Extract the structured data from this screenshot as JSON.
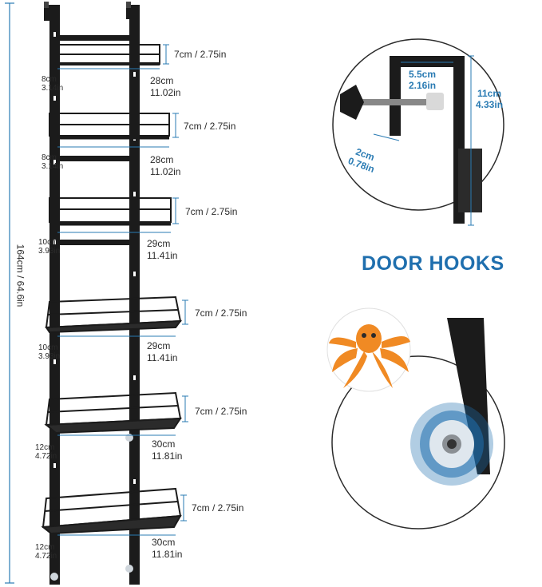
{
  "title": "DOOR HOOKS",
  "overall_height": "164cm / 64.6in",
  "colors": {
    "accent_blue": "#2a7bb3",
    "title_blue": "#1f6fae",
    "rack_black": "#1b1b1b",
    "octopus_orange": "#f08a24"
  },
  "baskets": [
    {
      "height": "7cm / 2.75in",
      "width_cm": "28cm",
      "width_in": "11.02in",
      "gap_cm": "8cm",
      "gap_in": "3.14in"
    },
    {
      "height": "7cm / 2.75in",
      "width_cm": "28cm",
      "width_in": "11.02in",
      "gap_cm": "8cm",
      "gap_in": "3.14in"
    },
    {
      "height": "7cm / 2.75in",
      "width_cm": "29cm",
      "width_in": "11.41in",
      "gap_cm": "10cm",
      "gap_in": "3.93in"
    },
    {
      "height": "7cm / 2.75in",
      "width_cm": "29cm",
      "width_in": "11.41in",
      "gap_cm": "10cm",
      "gap_in": "3.93in"
    },
    {
      "height": "7cm / 2.75in",
      "width_cm": "30cm",
      "width_in": "11.81in",
      "gap_cm": "12cm",
      "gap_in": "4.72in"
    },
    {
      "height": "7cm / 2.75in",
      "width_cm": "30cm",
      "width_in": "11.81in",
      "gap_cm": "12cm",
      "gap_in": "4.72in"
    }
  ],
  "hook": {
    "width_cm": "5.5cm",
    "width_in": "2.16in",
    "height_cm": "11cm",
    "height_in": "4.33in",
    "depth_cm": "2cm",
    "depth_in": "0.78in"
  },
  "icons": {
    "octopus": "octopus-icon",
    "suction": "suction-cup-icon",
    "knob": "screw-knob-icon"
  }
}
